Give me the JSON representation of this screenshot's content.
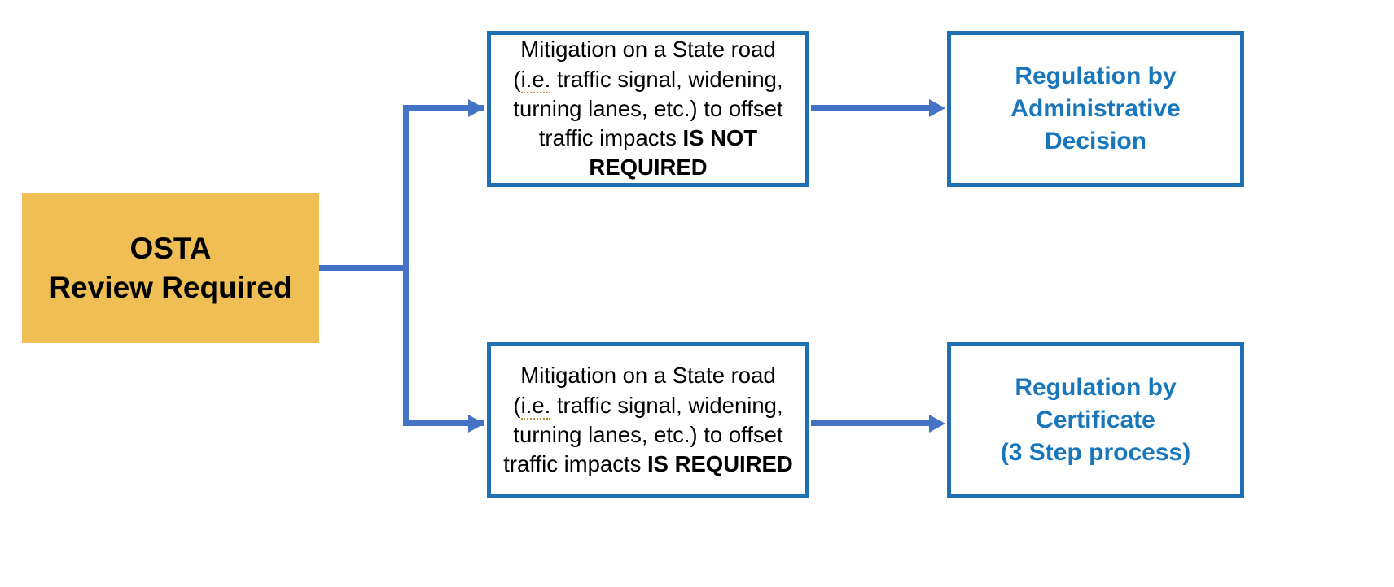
{
  "diagram": {
    "type": "flowchart",
    "background_color": "#FFFFFF",
    "nodes": {
      "start": {
        "label": "OSTA\nReview Required",
        "fill_color": "#EFBE54",
        "text_color": "#000000"
      },
      "condition_top": {
        "prefix": "Mitigation on a State road (",
        "abbrev": "i.e.",
        "middle": " traffic signal, widening, turning lanes, etc.) to offset traffic impacts ",
        "emphasis": "IS NOT REQUIRED",
        "full_text": "Mitigation on a State road (i.e. traffic signal, widening, turning lanes, etc.) to offset traffic impacts IS NOT REQUIRED",
        "border_color": "#1F6FB5",
        "text_color": "#000000"
      },
      "condition_bottom": {
        "prefix": "Mitigation on a State road (",
        "abbrev": "i.e.",
        "middle": " traffic signal, widening, turning lanes, etc.) to offset traffic impacts ",
        "emphasis": "IS REQUIRED",
        "full_text": "Mitigation on a State road (i.e. traffic signal, widening, turning lanes, etc.) to offset traffic impacts IS REQUIRED",
        "border_color": "#1F6FB5",
        "text_color": "#000000"
      },
      "outcome_top": {
        "label": "Regulation by Administrative Decision",
        "border_color": "#1F6FB5",
        "text_color": "#1876BC"
      },
      "outcome_bottom": {
        "label": "Regulation by Certificate\n(3 Step process)",
        "border_color": "#1F6FB5",
        "text_color": "#1876BC"
      }
    },
    "connectors": {
      "color": "#4472C4",
      "edges": [
        {
          "from": "start",
          "to": "condition_top",
          "style": "elbow-arrow"
        },
        {
          "from": "start",
          "to": "condition_bottom",
          "style": "elbow-arrow"
        },
        {
          "from": "condition_top",
          "to": "outcome_top",
          "style": "straight-arrow"
        },
        {
          "from": "condition_bottom",
          "to": "outcome_bottom",
          "style": "straight-arrow"
        }
      ]
    }
  }
}
